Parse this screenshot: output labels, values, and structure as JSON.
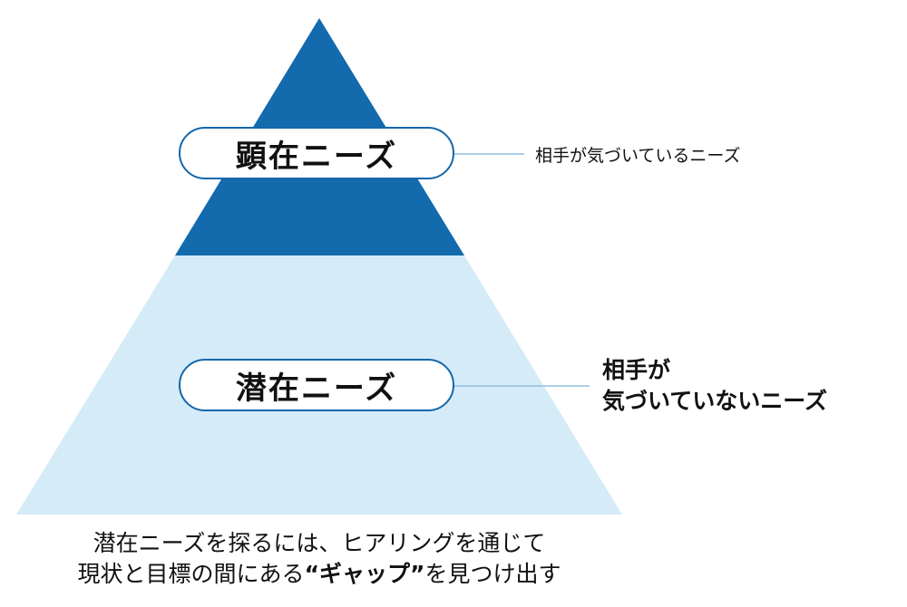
{
  "colors": {
    "top": "#136aad",
    "bottom": "#d5ebf8",
    "border": "#1467ab",
    "leader": "#8fbfe0"
  },
  "levels": [
    {
      "label": "顕在ニーズ",
      "note_lines": [
        "相手が気づいているニーズ"
      ]
    },
    {
      "label": "潜在ニーズ",
      "note_lines": [
        "相手が",
        "気づいていないニーズ"
      ]
    }
  ],
  "caption": {
    "line1": "潜在ニーズを探るには、ヒアリングを通じて",
    "line2_pre": "現状と目標の間にある",
    "line2_bold": "“ギャップ”",
    "line2_post": "を見つけ出す"
  }
}
